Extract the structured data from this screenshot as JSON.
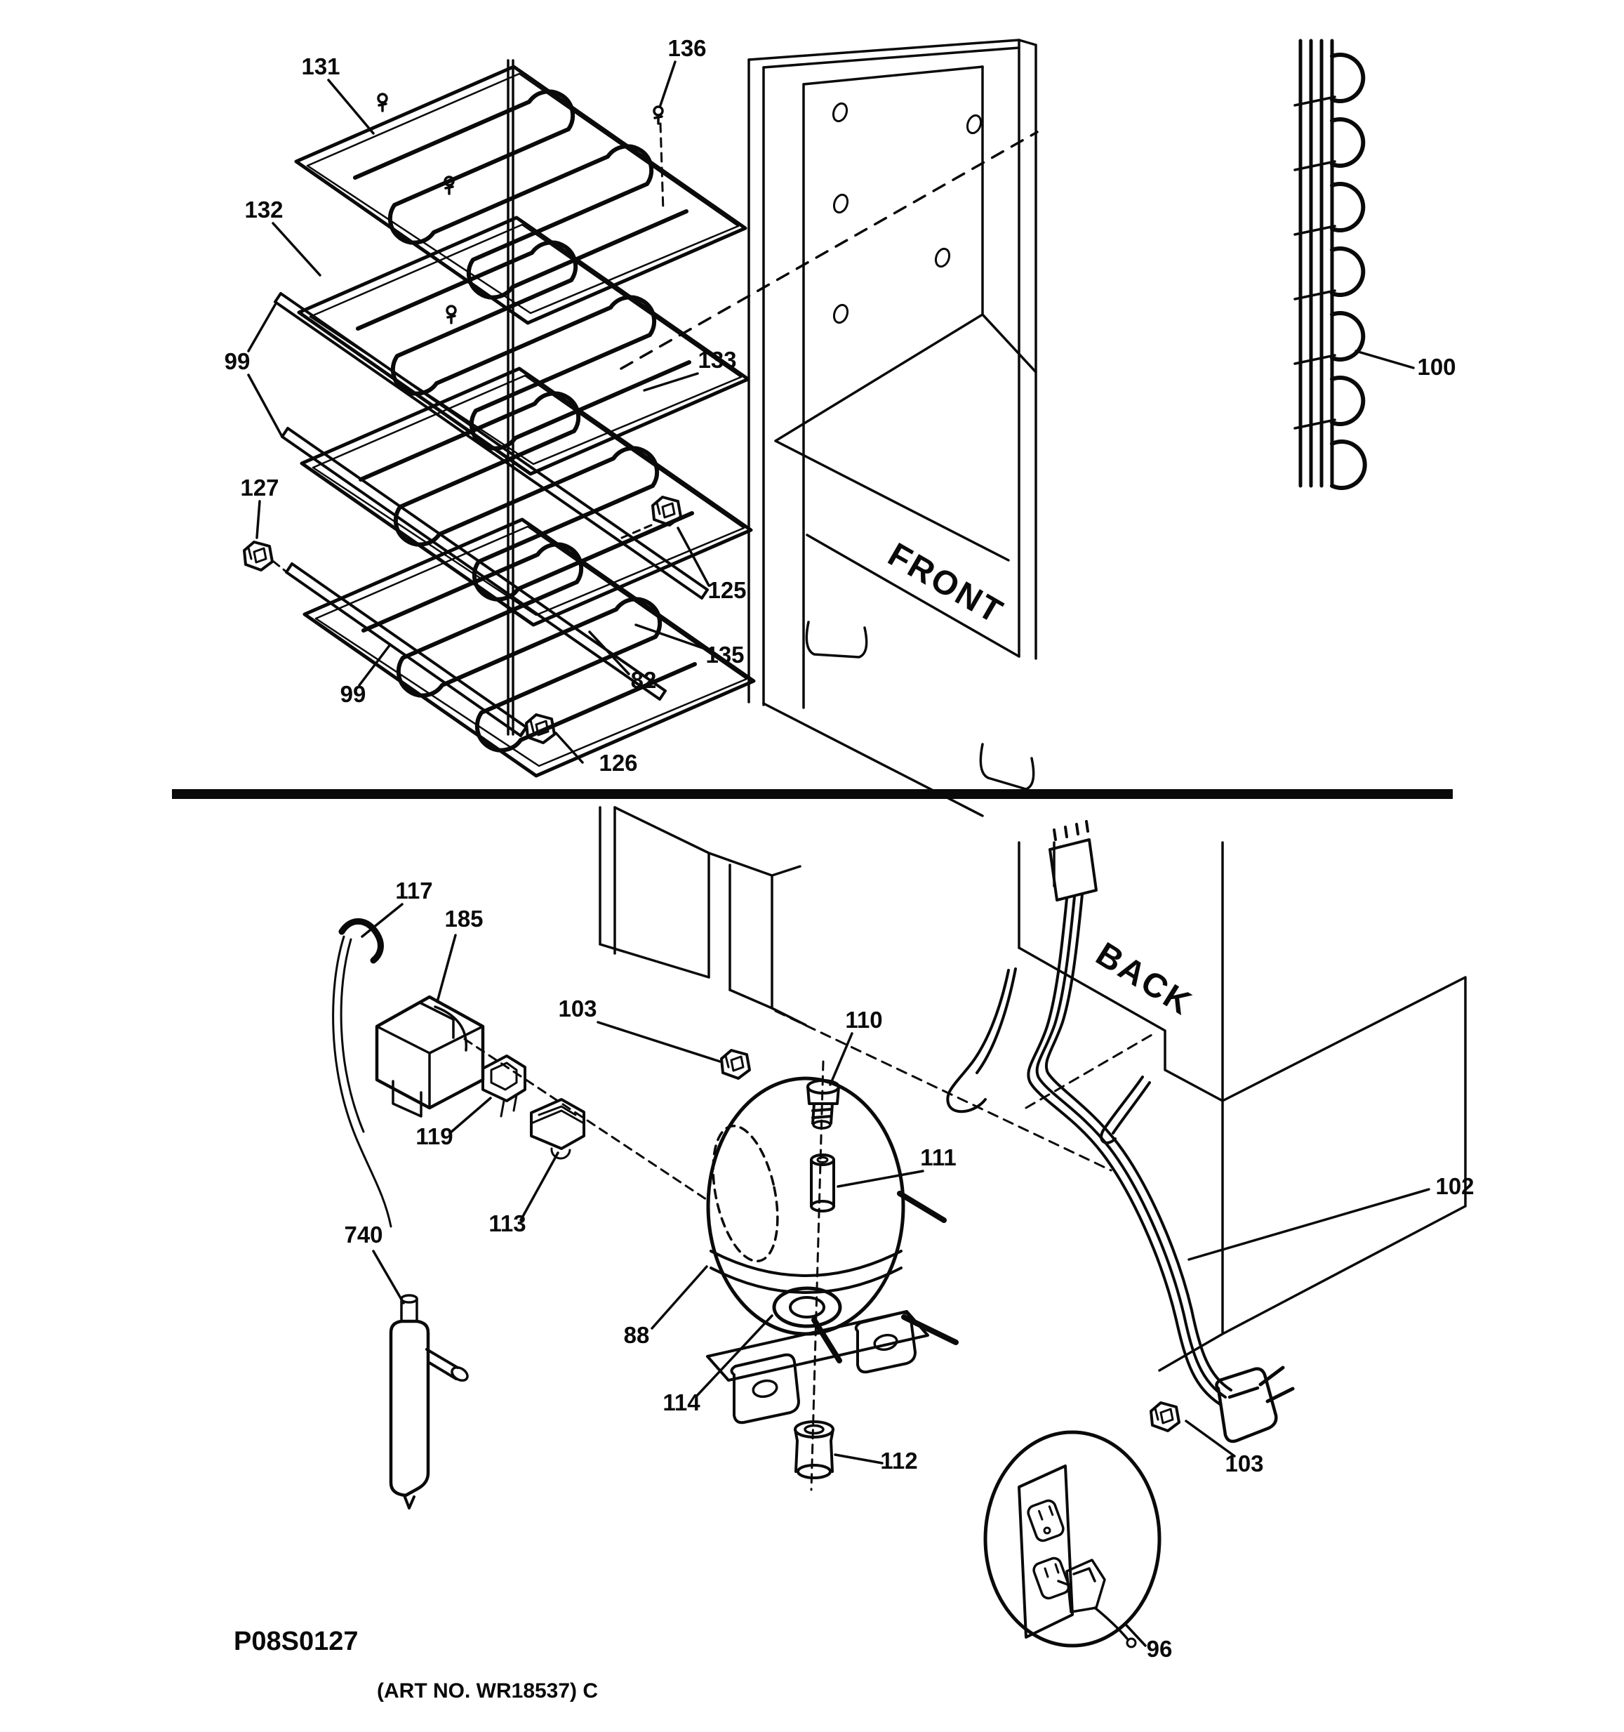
{
  "document": {
    "drawing_code": "P08S0127",
    "art_no": "(ART NO. WR18537) C"
  },
  "orientation": {
    "front": "FRONT",
    "back": "BACK"
  },
  "callouts": {
    "c131": "131",
    "c136": "136",
    "c132": "132",
    "c99a": "99",
    "c133": "133",
    "c127": "127",
    "c125": "125",
    "c135": "135",
    "c82": "82",
    "c99b": "99",
    "c126": "126",
    "c100": "100",
    "c117": "117",
    "c185": "185",
    "c103a": "103",
    "c110": "110",
    "c111": "111",
    "c119": "119",
    "c113": "113",
    "c740": "740",
    "c88": "88",
    "c114": "114",
    "c112": "112",
    "c102": "102",
    "c103b": "103",
    "c96": "96"
  },
  "colors": {
    "ink": "#0a0a0a",
    "paper": "#ffffff"
  }
}
